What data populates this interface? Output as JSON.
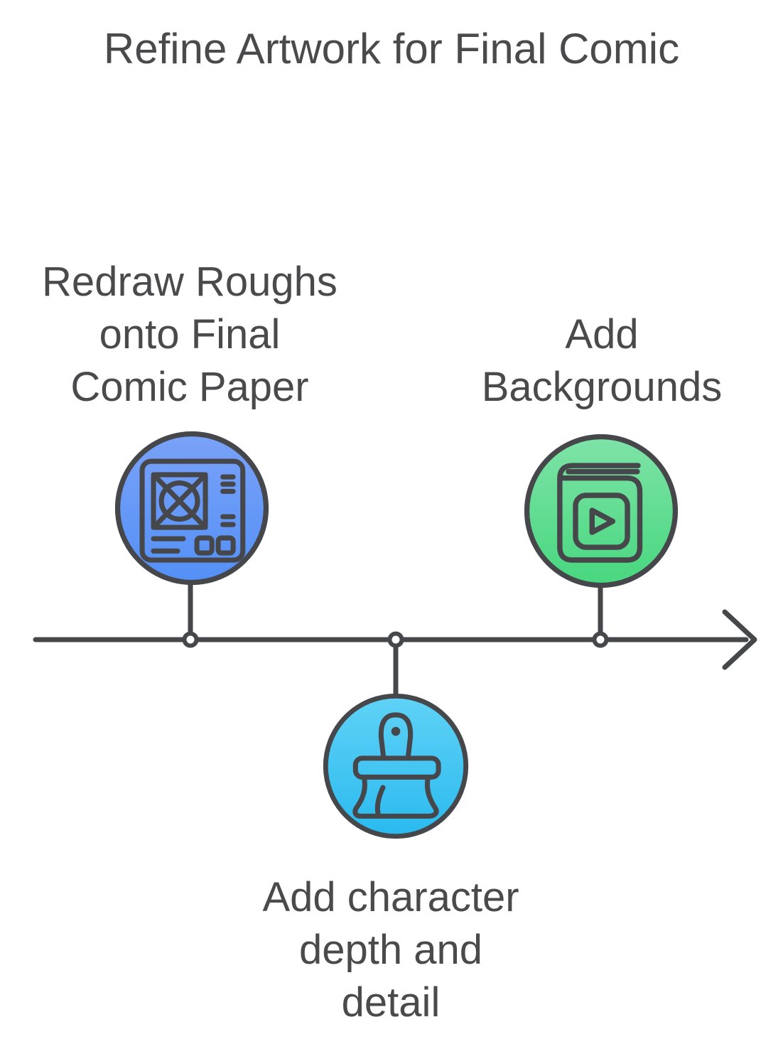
{
  "title": "Refine Artwork for Final Comic",
  "colors": {
    "background": "#ffffff",
    "text": "#4a4a4c",
    "stroke": "#45474b",
    "node_fill": "#ffffff",
    "step1_gradient_top": "#7aa2f8",
    "step1_gradient_bottom": "#5390f6",
    "step2_gradient_top": "#60d2f6",
    "step2_gradient_bottom": "#2abaef",
    "step3_gradient_top": "#7ee3a7",
    "step3_gradient_bottom": "#48d77f"
  },
  "timeline": {
    "direction": "left-to-right",
    "steps": [
      {
        "label": "Redraw Roughs onto Final Comic Paper",
        "lines": [
          "Redraw Roughs",
          "onto Final",
          "Comic Paper"
        ],
        "icon": "comic-page-icon",
        "side": "above"
      },
      {
        "label": "Add character depth and detail",
        "lines": [
          "Add character",
          "depth and",
          "detail"
        ],
        "icon": "paint-brush-icon",
        "side": "below"
      },
      {
        "label": "Add Backgrounds",
        "lines": [
          "Add",
          "Backgrounds"
        ],
        "icon": "book-video-icon",
        "side": "above"
      }
    ]
  }
}
